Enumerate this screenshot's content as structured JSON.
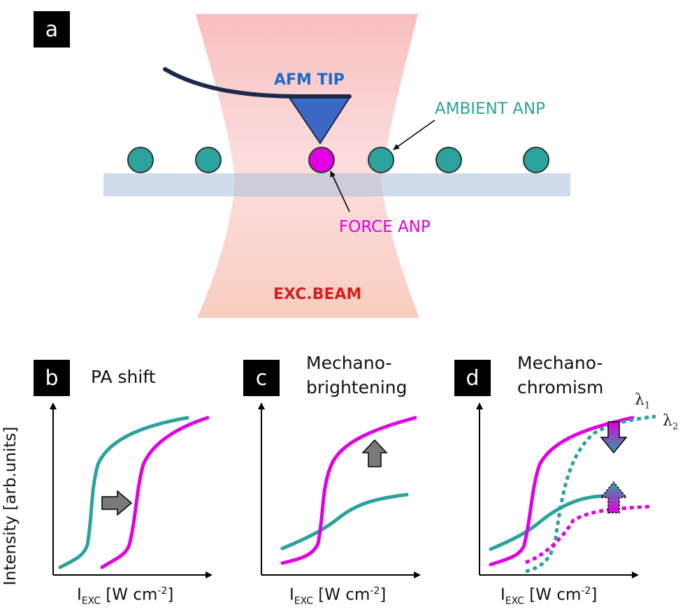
{
  "panel_a": {
    "badge": "a",
    "afm_tip_label": "AFM TIP",
    "ambient_label": "AMBIENT ANP",
    "force_label": "FORCE ANP",
    "beam_label": "EXC.BEAM",
    "colors": {
      "teal": "#2aa39c",
      "magenta": "#e100e1",
      "tip_blue": "#3b68c5",
      "cantilever": "#1a2a4a",
      "beam_red": "#d42020"
    }
  },
  "panel_b": {
    "badge": "b",
    "title_line1": "PA shift"
  },
  "panel_c": {
    "badge": "c",
    "title_line1": "Mechano-",
    "title_line2": "brightening"
  },
  "panel_d": {
    "badge": "d",
    "title_line1": "Mechano-",
    "title_line2": "chromism",
    "lambda1": "1",
    "lambda2": "2"
  },
  "axes": {
    "ylabel": "Intensity [arb.units]",
    "xlabel_main": "I",
    "xlabel_sub": "EXC",
    "xlabel_unit": " [W cm",
    "xlabel_sup": "-2",
    "xlabel_end": "]"
  }
}
